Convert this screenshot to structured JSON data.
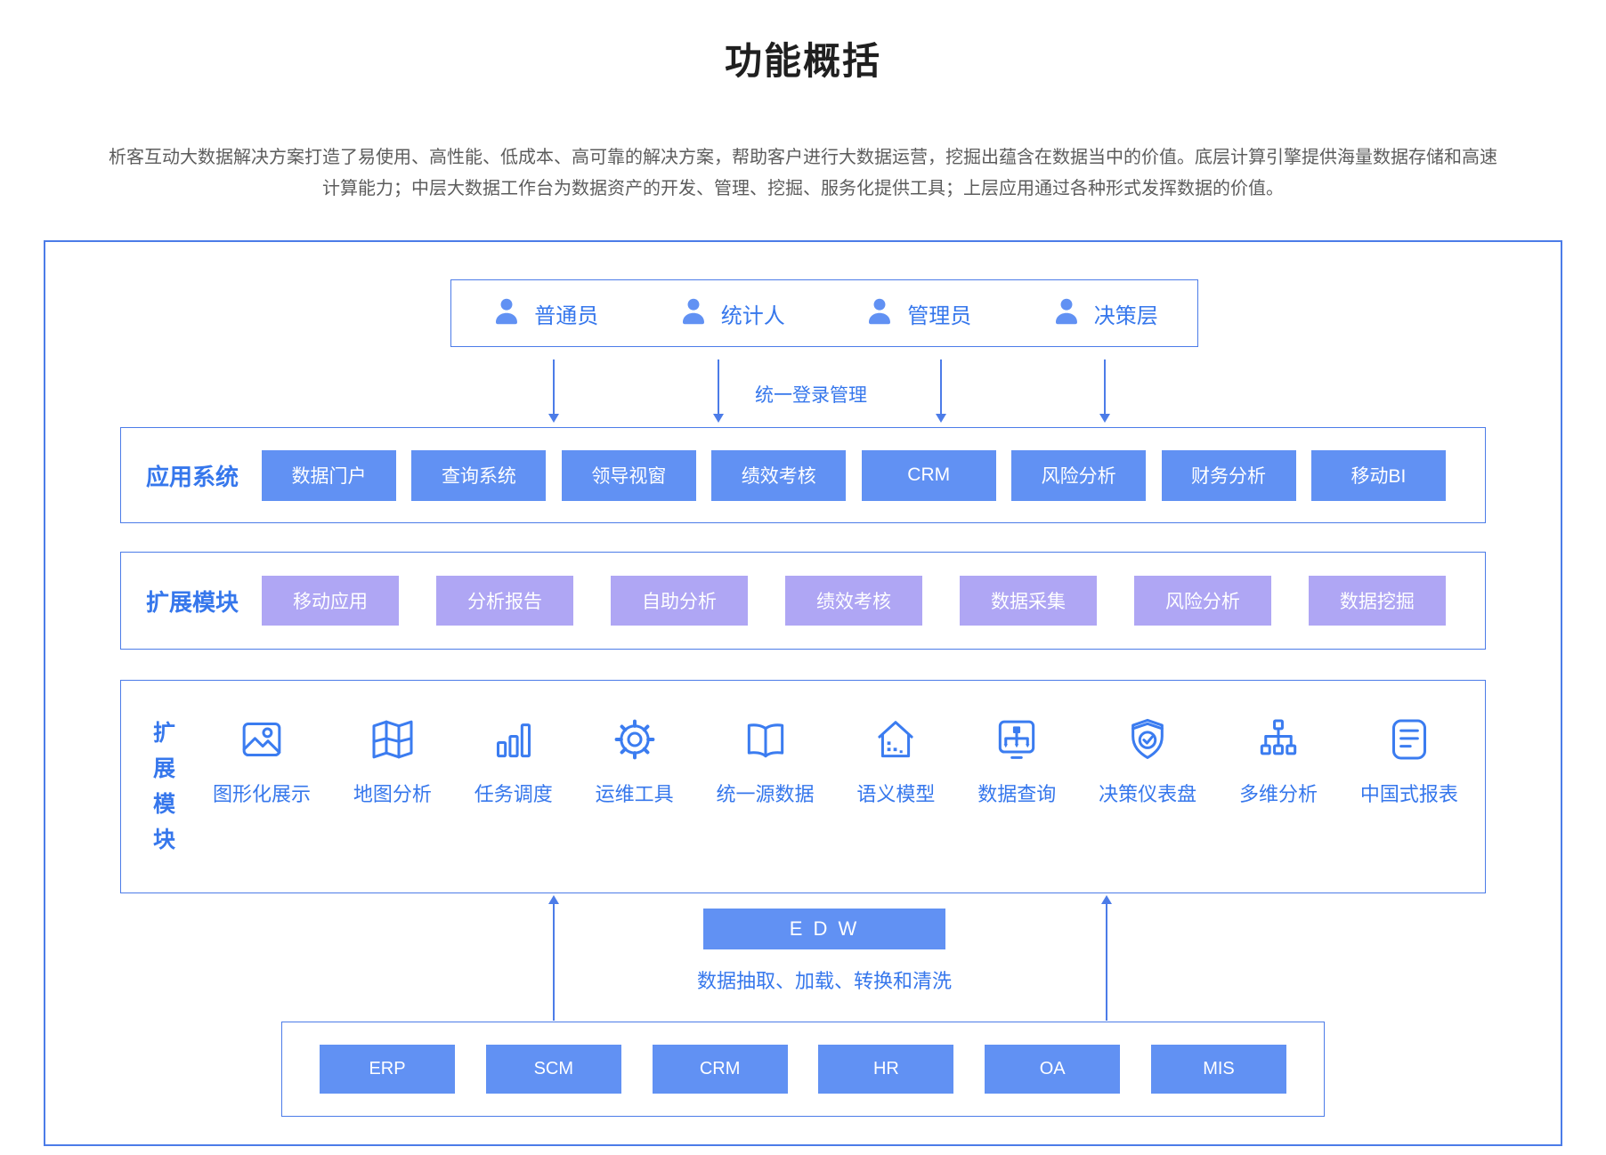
{
  "title": "功能概括",
  "description": {
    "line1": "析客互动大数据解决方案打造了易使用、高性能、低成本、高可靠的解决方案，帮助客户进行大数据运营，挖掘出蕴含在数据当中的价值。底层计算引擎提供海量数据存储和高速",
    "line2": "计算能力；中层大数据工作台为数据资产的开发、管理、挖掘、服务化提供工具；上层应用通过各种形式发挥数据的价值。"
  },
  "users": {
    "login_label": "统一登录管理",
    "roles": [
      {
        "icon": "user-icon",
        "label": "普通员"
      },
      {
        "icon": "user-icon",
        "label": "统计人"
      },
      {
        "icon": "user-icon",
        "label": "管理员"
      },
      {
        "icon": "user-icon",
        "label": "决策层"
      }
    ]
  },
  "app_section": {
    "title": "应用系统",
    "items": [
      "数据门户",
      "查询系统",
      "领导视窗",
      "绩效考核",
      "CRM",
      "风险分析",
      "财务分析",
      "移动BI"
    ]
  },
  "ext_section": {
    "title": "扩展模块",
    "items": [
      "移动应用",
      "分析报告",
      "自助分析",
      "绩效考核",
      "数据采集",
      "风险分析",
      "数据挖掘"
    ]
  },
  "tools_section": {
    "title_chars": [
      "扩",
      "展",
      "模",
      "块"
    ],
    "items": [
      {
        "icon": "image-icon",
        "label": "图形化展示"
      },
      {
        "icon": "map-icon",
        "label": "地图分析"
      },
      {
        "icon": "bar-chart-icon",
        "label": "任务调度"
      },
      {
        "icon": "gear-icon",
        "label": "运维工具"
      },
      {
        "icon": "book-icon",
        "label": "统一源数据"
      },
      {
        "icon": "building-icon",
        "label": "语义模型"
      },
      {
        "icon": "monitor-flow-icon",
        "label": "数据查询"
      },
      {
        "icon": "shield-check-icon",
        "label": "决策仪表盘"
      },
      {
        "icon": "hierarchy-icon",
        "label": "多维分析"
      },
      {
        "icon": "report-icon",
        "label": "中国式报表"
      }
    ]
  },
  "edw": {
    "label": "E D W",
    "caption": "数据抽取、加载、转换和清洗"
  },
  "sources": {
    "items": [
      "ERP",
      "SCM",
      "CRM",
      "HR",
      "OA",
      "MIS"
    ]
  },
  "colors": {
    "accent_blue": "#4c7ce8",
    "chip_blue": "#6191f3",
    "chip_purple": "#afa6f4",
    "label_blue": "#3677ec"
  }
}
